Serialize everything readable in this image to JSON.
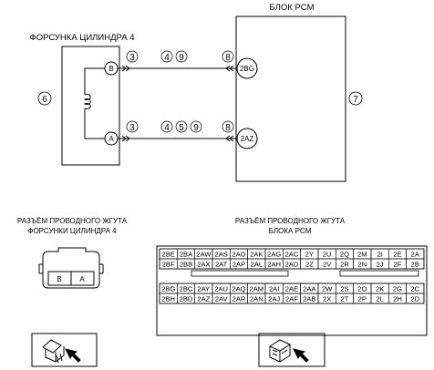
{
  "titles": {
    "pcm": "БЛОК PCM",
    "injector": "ФОРСУНКА ЦИЛИНДРА 4",
    "harness_injector_line1": "РАЗЪЁМ ПРОВОДНОГО ЖГУТА",
    "harness_injector_line2": "ФОРСУНКИ ЦИЛИНДРА 4",
    "harness_pcm_line1": "РАЗЪЁМ ПРОВОДНОГО ЖГУТА",
    "harness_pcm_line2": "БЛОКА PCM"
  },
  "injector_terminals": {
    "b": "B",
    "a": "A"
  },
  "pcm_terminals": {
    "top": "2BG",
    "bottom": "2AZ"
  },
  "callouts": {
    "injector_box": "6",
    "pcm_box": "7",
    "wire_b_left": "3",
    "wire_b_mid1": "4",
    "wire_b_mid2": "9",
    "wire_b_right": "8",
    "wire_a_left": "3",
    "wire_a_mid1": "4",
    "wire_a_mid2": "5",
    "wire_a_mid3": "9",
    "wire_a_right": "8"
  },
  "injector_connector": {
    "left": "B",
    "right": "A"
  },
  "pcm_connector": {
    "rows": [
      [
        "2BE",
        "2BA",
        "2AW",
        "2AS",
        "2AO",
        "2AK",
        "2AG",
        "2AC",
        "2Y",
        "2U",
        "2Q",
        "2M",
        "2I",
        "2E",
        "2A"
      ],
      [
        "2BF",
        "2BB",
        "2AX",
        "2AT",
        "2AP",
        "2AL",
        "2AH",
        "2AD",
        "2Z",
        "2V",
        "2R",
        "2N",
        "2J",
        "2F",
        "2B"
      ],
      [
        "2BG",
        "2BC",
        "2AY",
        "2AU",
        "2AQ",
        "2AM",
        "2AI",
        "2AE",
        "2AA",
        "2W",
        "2S",
        "2O",
        "2K",
        "2G",
        "2C"
      ],
      [
        "2BH",
        "2BD",
        "2AZ",
        "2AV",
        "2AR",
        "2AN",
        "2AJ",
        "2AF",
        "2AB",
        "2X",
        "2T",
        "2P",
        "2L",
        "2H",
        "2D"
      ]
    ]
  }
}
